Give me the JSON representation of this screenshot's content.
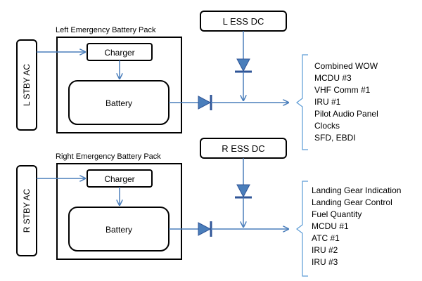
{
  "sources": {
    "l_ess_dc": "L ESS DC",
    "r_ess_dc": "R ESS DC",
    "l_stby_ac": "L STBY AC",
    "r_stby_ac": "R STBY AC"
  },
  "packs": {
    "left": {
      "title": "Left Emergency Battery Pack",
      "charger": "Charger",
      "battery": "Battery"
    },
    "right": {
      "title": "Right Emergency Battery Pack",
      "charger": "Charger",
      "battery": "Battery"
    }
  },
  "loads": {
    "left": [
      "Combined WOW",
      "MCDU #3",
      "VHF Comm #1",
      "IRU #1",
      "Pilot Audio Panel",
      "Clocks",
      "SFD, EBDI"
    ],
    "right": [
      "Landing Gear Indication",
      "Landing Gear Control",
      "Fuel Quantity",
      "MCDU #1",
      "ATC #1",
      "IRU #2",
      "IRU #3"
    ]
  },
  "colors": {
    "wire": "#4a7ebb",
    "diode": "#4a7ebb",
    "box_stroke": "#000000"
  }
}
